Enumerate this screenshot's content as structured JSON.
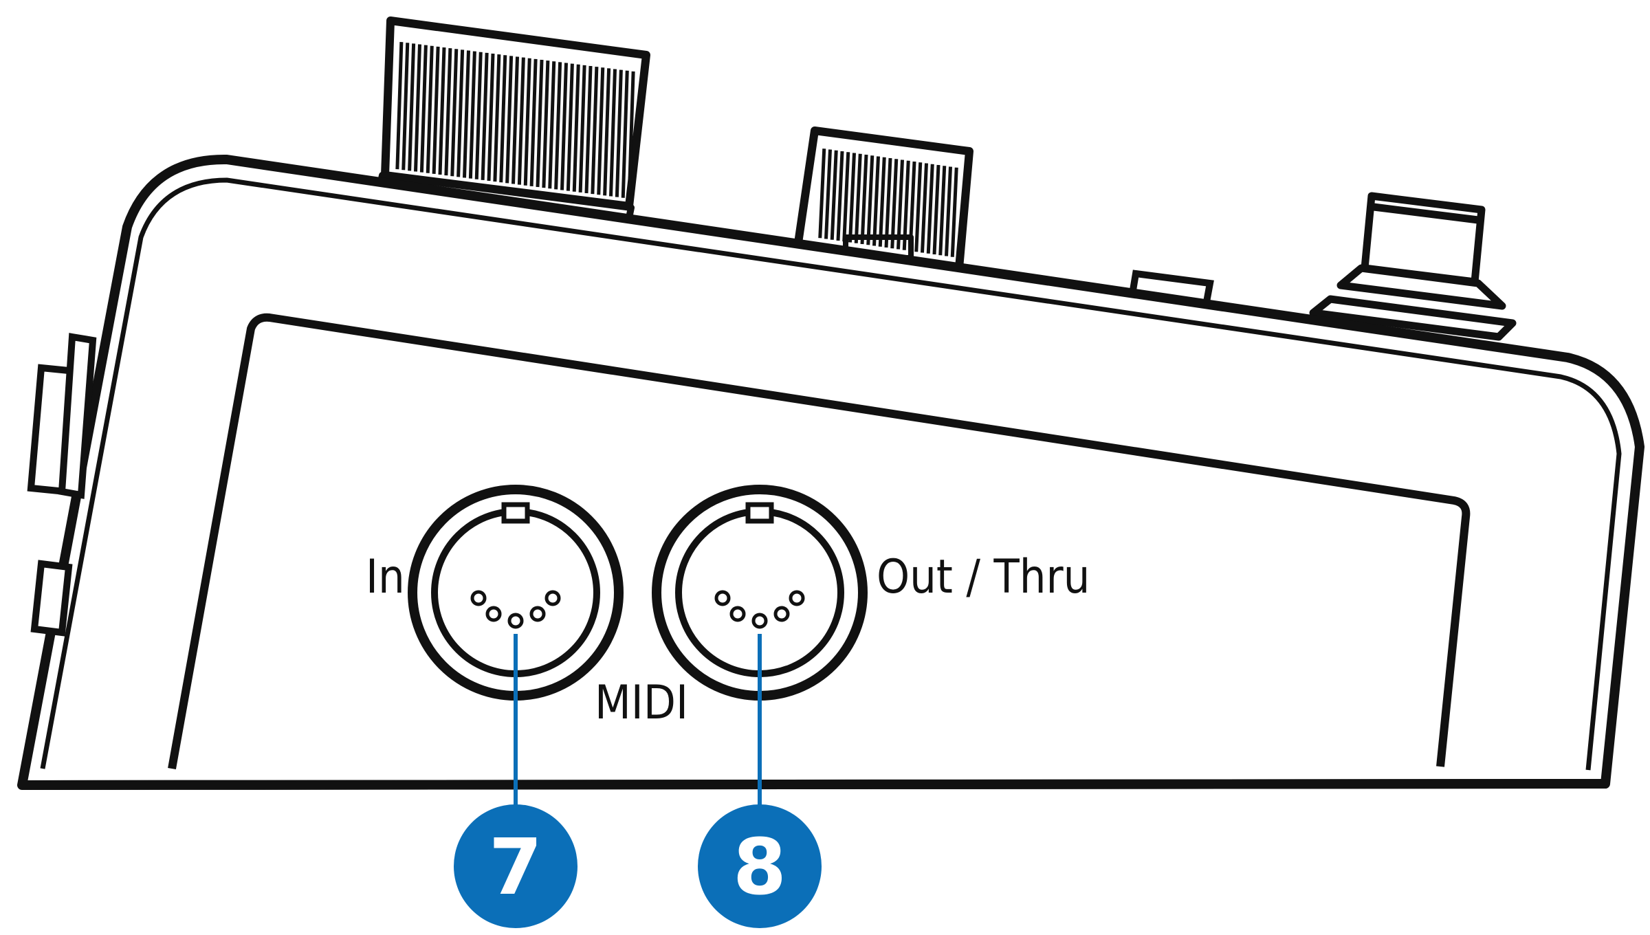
{
  "labels": {
    "midi_in": "In",
    "midi_out_thru": "Out / Thru",
    "midi": "MIDI"
  },
  "callouts": [
    {
      "number": "7",
      "target": "midi-in-port"
    },
    {
      "number": "8",
      "target": "midi-out-thru-port"
    }
  ],
  "colors": {
    "line": "#111111",
    "callout": "#0b6fb8",
    "callout_text": "#ffffff",
    "background": "#ffffff"
  }
}
